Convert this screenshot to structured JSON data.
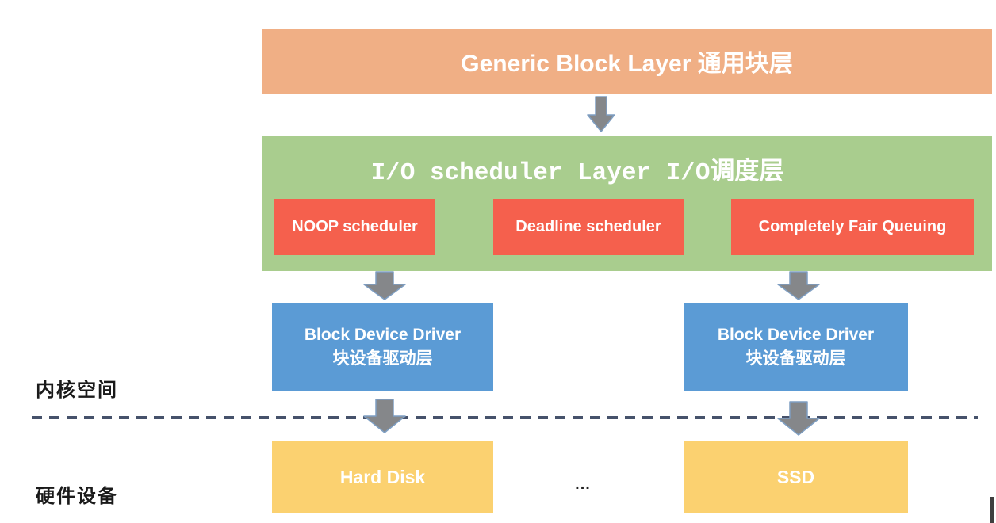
{
  "colors": {
    "orange": "#F0AF85",
    "green": "#A9CD8E",
    "red": "#F5604D",
    "blue": "#5B9BD5",
    "yellow": "#FBD170",
    "arrow_fill": "#85878A",
    "arrow_stroke": "#7E9EC2",
    "dash": "#46526B",
    "label_text": "#1A1A1A"
  },
  "layers": {
    "generic_block": "Generic Block Layer 通用块层",
    "io_scheduler": "I/O scheduler Layer I/O调度层"
  },
  "schedulers": [
    "NOOP scheduler",
    "Deadline scheduler",
    "Completely Fair Queuing"
  ],
  "block_device_driver": {
    "en": "Block Device Driver",
    "zh": "块设备驱动层"
  },
  "devices": {
    "hard_disk": "Hard Disk",
    "ssd": "SSD",
    "ellipsis": "..."
  },
  "region_labels": {
    "kernel_space": "内核空间",
    "hardware": "硬件设备"
  }
}
